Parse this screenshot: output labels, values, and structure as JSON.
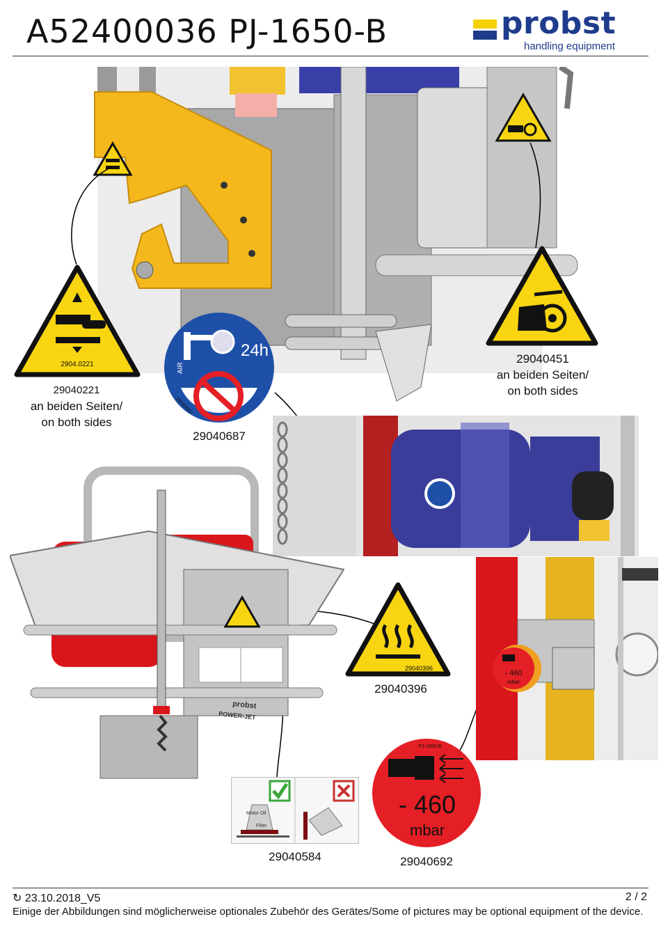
{
  "header": {
    "title": "A52400036 PJ-1650-B",
    "logo": {
      "name": "probst",
      "tagline": "handling equipment"
    }
  },
  "stickers": [
    {
      "id": "29040221",
      "sticker_code": "2904.0221",
      "note_de": "an beiden Seiten/",
      "note_en": "on both sides"
    },
    {
      "id": "29040687",
      "sticker_text": "24h",
      "air_text": "AIR",
      "small_code": "29040687"
    },
    {
      "id": "29040451",
      "note_de": "an beiden Seiten/",
      "note_en": "on both sides"
    },
    {
      "id": "29040396",
      "sticker_code": "29040396"
    },
    {
      "id": "29040584",
      "label_motor": "Motor Oil",
      "label_filter": "Filter"
    },
    {
      "id": "29040692",
      "model": "PJ-1650-B",
      "value": "- 460",
      "unit": "mbar"
    }
  ],
  "machine_labels": {
    "brand_plate": "probst",
    "product_plate": "POWER-JET"
  },
  "footer": {
    "date": "23.10.2018_V5",
    "page": "2 / 2",
    "note": "Einige der Abbildungen sind möglicherweise optionales Zubehör des Gerätes/Some of pictures may be optional equipment of the device."
  },
  "colors": {
    "warning_yellow": "#f8d510",
    "probst_blue": "#1f3c8c",
    "machine_red": "#d8161c",
    "sticker_blue": "#1e50a8"
  }
}
